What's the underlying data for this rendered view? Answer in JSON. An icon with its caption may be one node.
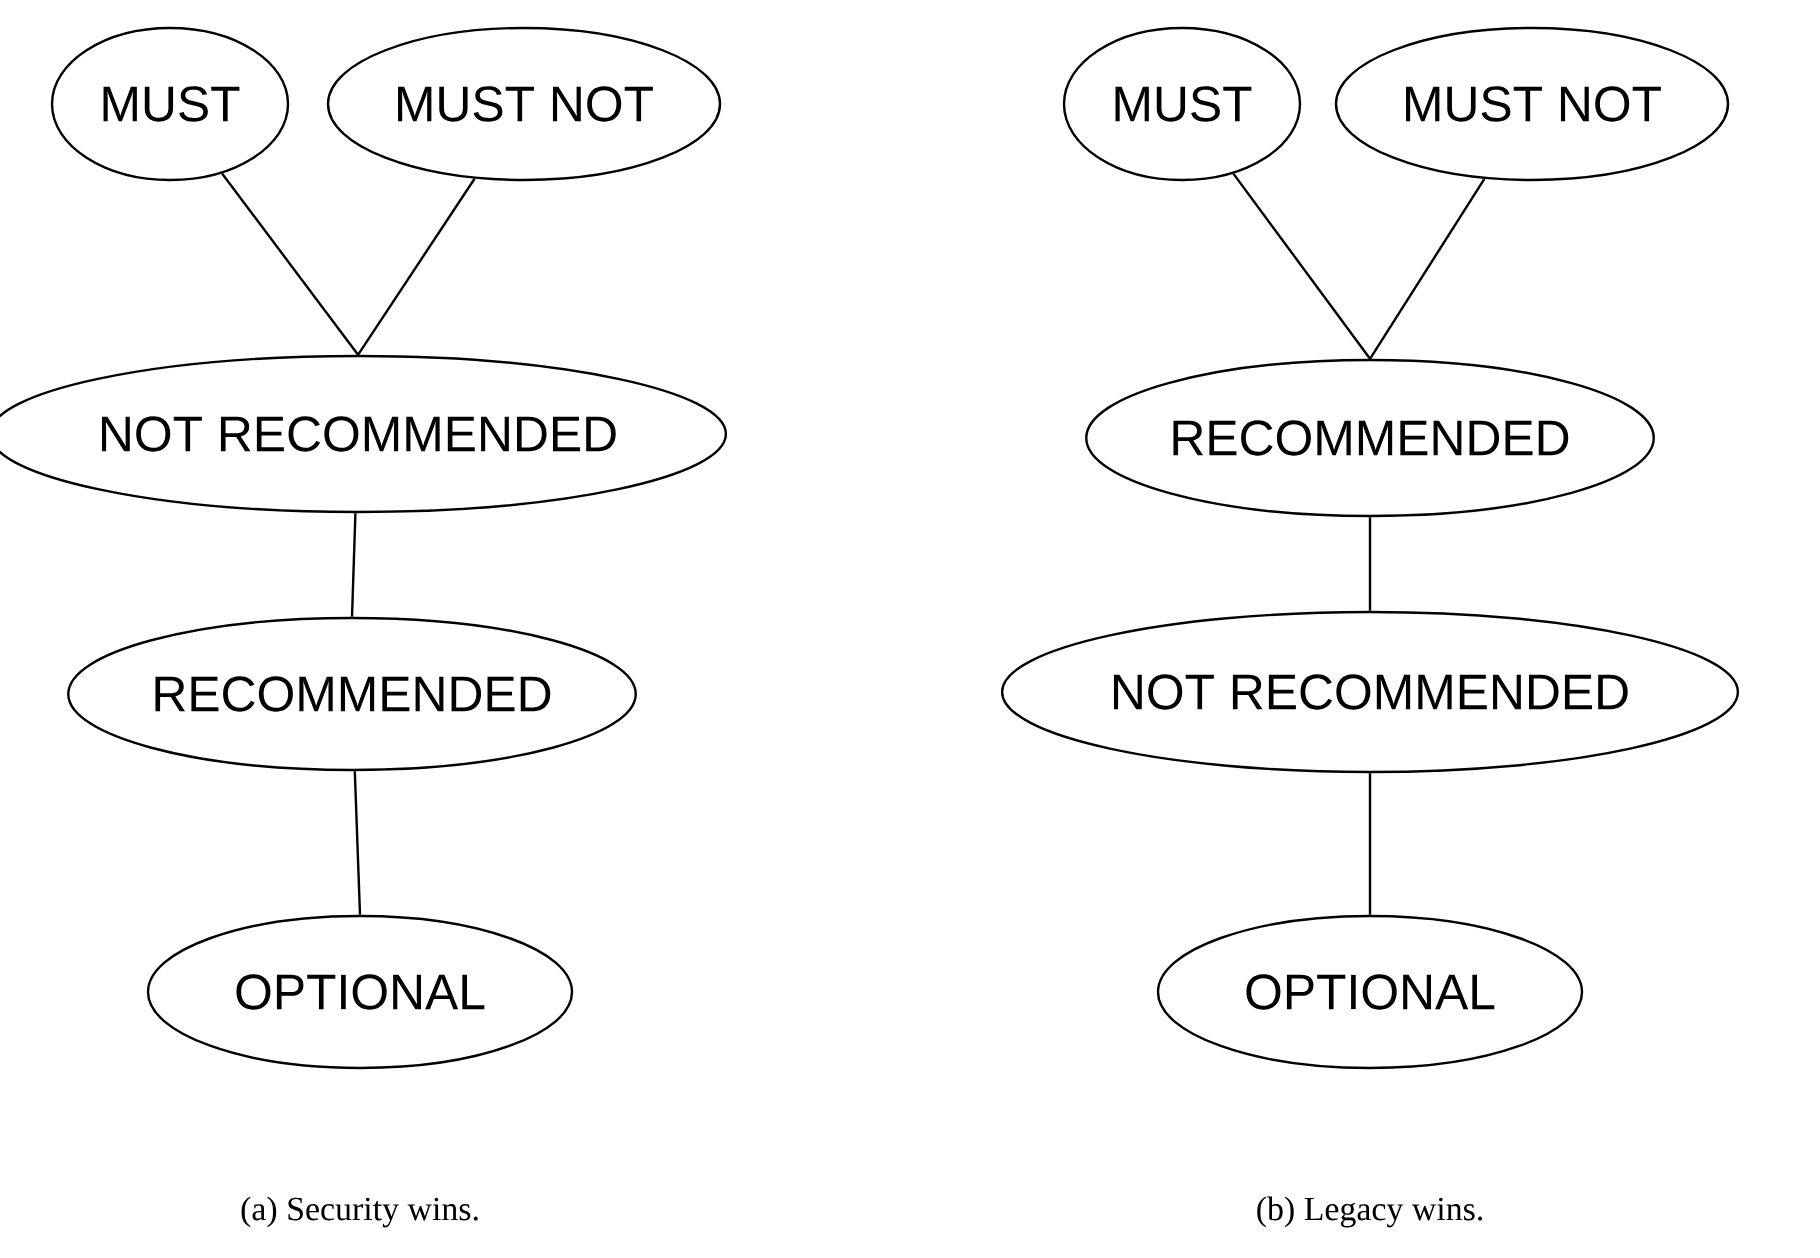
{
  "diagram": {
    "nodes": [
      {
        "text": [
          "MUST"
        ]
      },
      {
        "text": [
          "MUST NOT"
        ]
      },
      {
        "text": [
          "NOT RECOMMENDED"
        ]
      },
      {
        "text": [
          "RECOMMENDED"
        ]
      },
      {
        "text": [
          "OPTIONAL"
        ]
      },
      {
        "text": [
          "MUST"
        ]
      },
      {
        "text": [
          "MUST NOT"
        ]
      },
      {
        "text": [
          "RECOMMENDED"
        ]
      },
      {
        "text": [
          "NOT RECOMMENDED"
        ]
      },
      {
        "text": [
          "OPTIONAL"
        ]
      }
    ],
    "edges": [
      {
        "from": 0,
        "to": 2,
        "arrow": "none"
      },
      {
        "from": 1,
        "to": 2,
        "arrow": "none"
      },
      {
        "from": 2,
        "to": 3,
        "arrow": "none"
      },
      {
        "from": 3,
        "to": 4,
        "arrow": "none"
      },
      {
        "from": 5,
        "to": 7,
        "arrow": "none"
      },
      {
        "from": 6,
        "to": 7,
        "arrow": "none"
      },
      {
        "from": 7,
        "to": 8,
        "arrow": "none"
      },
      {
        "from": 8,
        "to": 9,
        "arrow": "none"
      }
    ],
    "labels": [
      "(a) Security wins.",
      "(b) Legacy wins."
    ]
  }
}
